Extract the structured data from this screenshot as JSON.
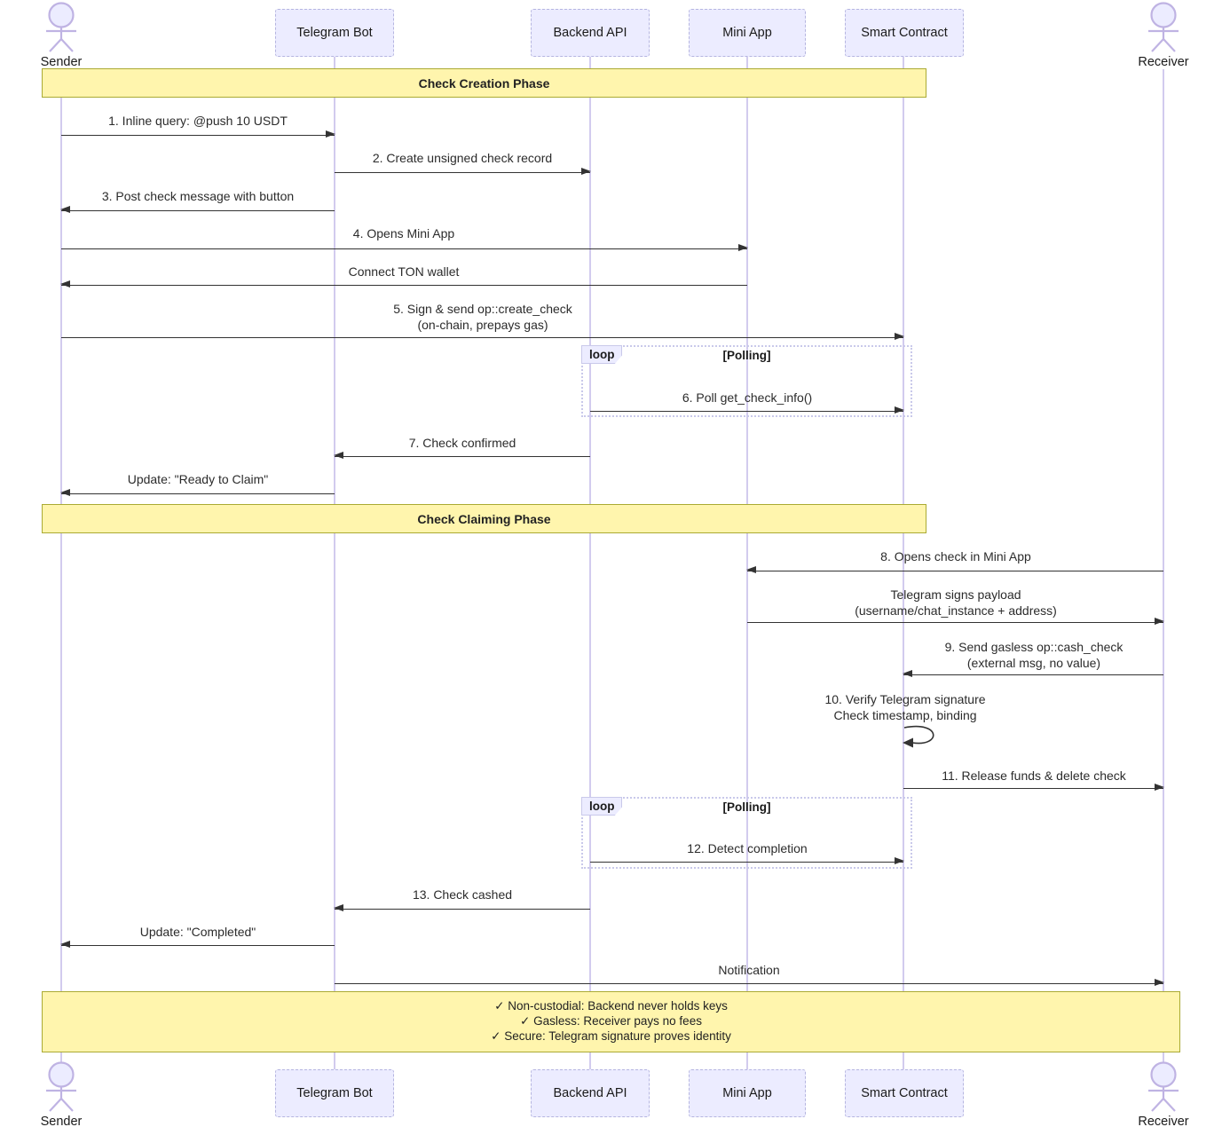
{
  "diagram": {
    "type": "sequence",
    "participants": [
      {
        "id": "sender",
        "label": "Sender",
        "kind": "actor"
      },
      {
        "id": "telegram-bot",
        "label": "Telegram Bot",
        "kind": "participant"
      },
      {
        "id": "backend-api",
        "label": "Backend API",
        "kind": "participant"
      },
      {
        "id": "mini-app",
        "label": "Mini App",
        "kind": "participant"
      },
      {
        "id": "smart-contract",
        "label": "Smart Contract",
        "kind": "participant"
      },
      {
        "id": "receiver",
        "label": "Receiver",
        "kind": "actor"
      }
    ],
    "phases": [
      {
        "label": "Check Creation Phase"
      },
      {
        "label": "Check Claiming Phase"
      }
    ],
    "loops": [
      {
        "label": "loop",
        "condition": "[Polling]"
      },
      {
        "label": "loop",
        "condition": "[Polling]"
      }
    ],
    "messages": [
      {
        "from": "Sender",
        "to": "Telegram Bot",
        "label": "1. Inline query: @push 10 USDT"
      },
      {
        "from": "Telegram Bot",
        "to": "Backend API",
        "label": "2. Create unsigned check record"
      },
      {
        "from": "Telegram Bot",
        "to": "Sender",
        "label": "3. Post check message with button"
      },
      {
        "from": "Sender",
        "to": "Mini App",
        "label": "4. Opens Mini App"
      },
      {
        "from": "Mini App",
        "to": "Sender",
        "label": "Connect TON wallet"
      },
      {
        "from": "Sender",
        "to": "Smart Contract",
        "label": "5. Sign & send op::create_check\n(on-chain, prepays gas)"
      },
      {
        "from": "Backend API",
        "to": "Smart Contract",
        "label": "6. Poll get_check_info()",
        "in_loop": 0
      },
      {
        "from": "Backend API",
        "to": "Telegram Bot",
        "label": "7. Check confirmed"
      },
      {
        "from": "Telegram Bot",
        "to": "Sender",
        "label": "Update: \"Ready to Claim\""
      },
      {
        "from": "Receiver",
        "to": "Mini App",
        "label": "8. Opens check in Mini App"
      },
      {
        "from": "Mini App",
        "to": "Receiver",
        "label": "Telegram signs payload\n(username/chat_instance + address)"
      },
      {
        "from": "Receiver",
        "to": "Smart Contract",
        "label": "9. Send gasless op::cash_check\n(external msg, no value)"
      },
      {
        "from": "Smart Contract",
        "to": "Smart Contract",
        "label": "10. Verify Telegram signature\nCheck timestamp, binding",
        "self": true
      },
      {
        "from": "Smart Contract",
        "to": "Receiver",
        "label": "11. Release funds & delete check"
      },
      {
        "from": "Backend API",
        "to": "Smart Contract",
        "label": "12. Detect completion",
        "in_loop": 1
      },
      {
        "from": "Backend API",
        "to": "Telegram Bot",
        "label": "13. Check cashed"
      },
      {
        "from": "Telegram Bot",
        "to": "Sender",
        "label": "Update: \"Completed\""
      },
      {
        "from": "Telegram Bot",
        "to": "Receiver",
        "label": "Notification"
      }
    ],
    "note": {
      "text": "✓ Non-custodial: Backend never holds keys\n✓ Gasless: Receiver pays no fees\n✓ Secure: Telegram signature proves identity"
    },
    "colors": {
      "participant_fill": "#ECECFF",
      "participant_border": "#b5b5e0",
      "phase_fill": "#fff5ad",
      "phase_border": "#aaaa33",
      "lifeline": "#d2cbee",
      "arrow": "#333333",
      "text": "#2b2b2b"
    }
  }
}
